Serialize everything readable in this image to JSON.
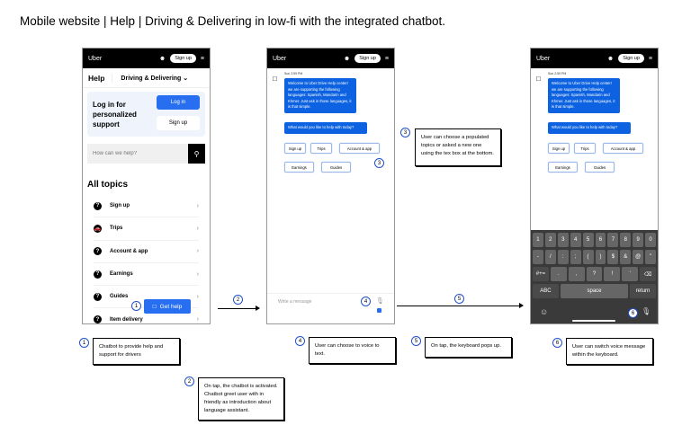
{
  "title": "Mobile website | Help | Driving & Delivering in low-fi with the integrated chatbot.",
  "topbar": {
    "logo": "Uber",
    "signup": "Sign up",
    "user_icon": "person-icon",
    "menu_icon": "hamburger-icon"
  },
  "help": {
    "label": "Help",
    "section": "Driving & Delivering",
    "chevron": "⌄"
  },
  "login": {
    "text": "Log in for personalized support",
    "login_label": "Log in",
    "signup_label": "Sign up"
  },
  "search": {
    "placeholder": "How can we help?"
  },
  "topics": {
    "heading": "All topics",
    "items": [
      {
        "label": "Sign up",
        "icon": "?"
      },
      {
        "label": "Trips",
        "icon": "🚗"
      },
      {
        "label": "Account & app",
        "icon": "?"
      },
      {
        "label": "Earnings",
        "icon": "?"
      },
      {
        "label": "Guides",
        "icon": "?"
      },
      {
        "label": "Item delivery",
        "icon": "?"
      }
    ]
  },
  "get_help": "Get help",
  "chat": {
    "timestamp": "Sun 2:59 PM",
    "welcome": "Welcome to Uber Drive Help center! we are supporting the following languages: Spanish, Mandarin and Khmer. Just ask in those languages, it is that simple.",
    "question": "What would you like to help with today?",
    "chips": [
      "Sign up",
      "Trips",
      "Account & app",
      "Earnings",
      "Guides"
    ],
    "placeholder": "Write a message"
  },
  "keyboard": {
    "rows": [
      [
        "1",
        "2",
        "3",
        "4",
        "5",
        "6",
        "7",
        "8",
        "9",
        "0"
      ],
      [
        "-",
        "/",
        ":",
        ";",
        "(",
        ")",
        "$",
        "&",
        "@",
        "\""
      ],
      [
        "#+=",
        ".",
        ",",
        "?",
        "!",
        "'",
        "⌫"
      ],
      [
        "ABC",
        "space",
        "return"
      ]
    ]
  },
  "steps": [
    "1",
    "2",
    "3",
    "4",
    "5",
    "6"
  ],
  "notes": {
    "n1": "Chatbot to provide help and support for drivers",
    "n2": "On tap, the chatbot is activated. Chatbot greet user with in friendly as introduction about language assistant.",
    "n3": "User can choose a populated topics or asked a new one using the tex box at the bottom.",
    "n4": "User can choose to voice to text.",
    "n5": "On tap, the keyboard pops up.",
    "n6": "User can switch voice message within the keyboard."
  },
  "colors": {
    "accent": "#276ef1",
    "bubble": "#0c62e0",
    "step_ring": "#2050d0"
  }
}
